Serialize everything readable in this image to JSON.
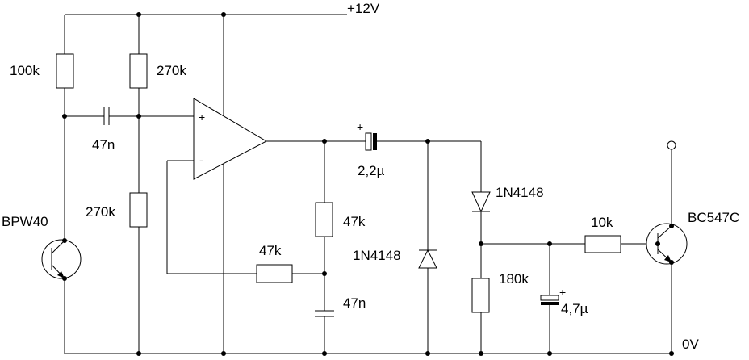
{
  "labels": {
    "supply": "+12V",
    "ground": "0V",
    "r_100k": "100k",
    "r_270k_top": "270k",
    "r_270k_bottom": "270k",
    "c_47n_input": "47n",
    "photodiode": "BPW40",
    "opamp_plus": "+",
    "opamp_minus": "-",
    "c_2u2": "2,2µ",
    "c_2u2_plus": "+",
    "r_47k_vertical": "47k",
    "r_47k_feedback": "47k",
    "c_47n_feedback": "47n",
    "d_1n4148_shunt": "1N4148",
    "d_1n4148_series": "1N4148",
    "r_180k": "180k",
    "c_4u7": "4,7µ",
    "c_4u7_plus": "+",
    "r_10k": "10k",
    "transistor": "BC547C"
  }
}
